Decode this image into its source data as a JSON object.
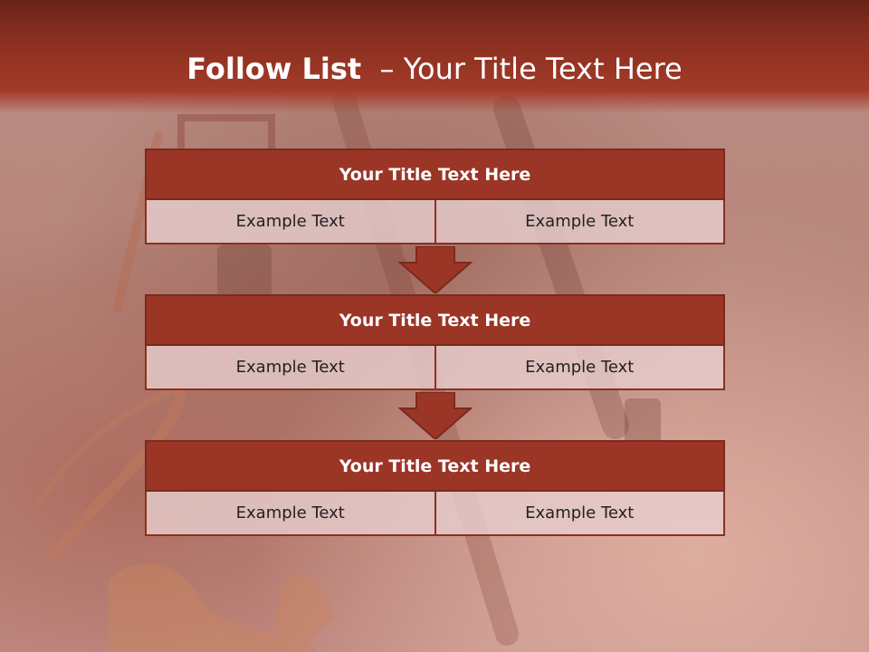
{
  "slide": {
    "title_bold": "Follow List",
    "title_rest": "  – Your Title Text Here"
  },
  "blocks": [
    {
      "title": "Your Title Text Here",
      "left": "Example Text",
      "right": "Example Text"
    },
    {
      "title": "Your Title Text Here",
      "left": "Example Text",
      "right": "Example Text"
    },
    {
      "title": "Your Title Text Here",
      "left": "Example Text",
      "right": "Example Text"
    }
  ],
  "colors": {
    "header": "#9b3526",
    "cell": "#e6cdcd",
    "arrow": "#9b3526"
  }
}
